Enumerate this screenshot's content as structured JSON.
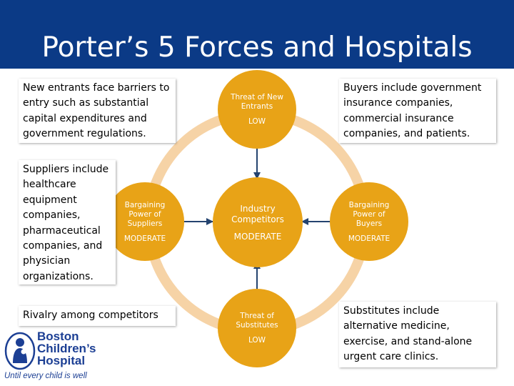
{
  "title": "Porter’s 5 Forces and Hospitals",
  "forces": {
    "new_entrants": {
      "name": "Threat of New Entrants",
      "level": "LOW"
    },
    "suppliers": {
      "name": "Bargaining Power of Suppliers",
      "level": "MODERATE"
    },
    "industry": {
      "name": "Industry Competitors",
      "level": "MODERATE"
    },
    "buyers": {
      "name": "Bargaining Power of Buyers",
      "level": "MODERATE"
    },
    "substitutes": {
      "name": "Threat of Substitutes",
      "level": "LOW"
    }
  },
  "notes": {
    "new_entrants": "New entrants face barriers to entry such as substantial capital expenditures and government regulations.",
    "suppliers": "Suppliers include healthcare equipment companies, pharmaceutical companies, and physician organizations.",
    "buyers": "Buyers include government insurance companies, commercial insurance companies, and patients.",
    "rivalry": "Rivalry among competitors",
    "substitutes": "Substitutes include alternative medicine, exercise, and stand-alone urgent care clinics."
  },
  "logo": {
    "line1": "Boston",
    "line2": "Children’s",
    "line3": "Hospital",
    "tagline": "Until every child is well"
  },
  "colors": {
    "header": "#0b3a86",
    "circle": "#e8a317",
    "ring": "#f6d3a6",
    "arrow": "#24436f",
    "logo": "#1c3f94"
  }
}
